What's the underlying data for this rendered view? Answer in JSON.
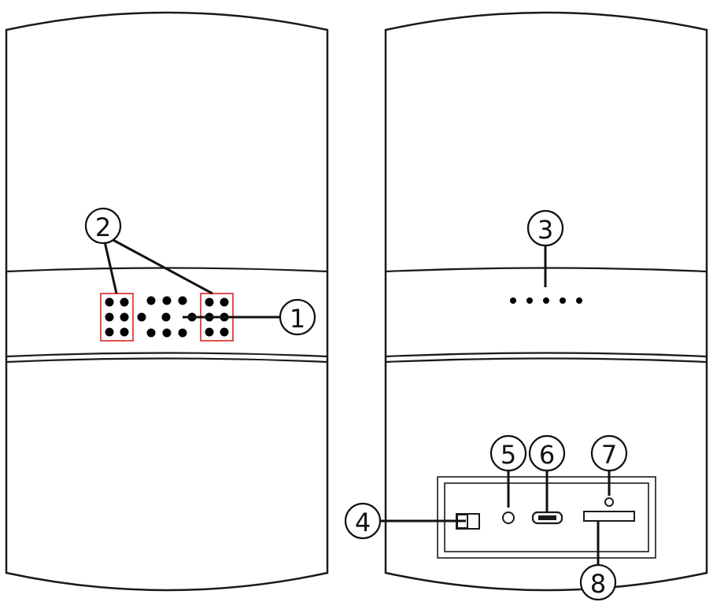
{
  "title": "",
  "colors": {
    "outline": "#1a1a1a",
    "highlight": "#e03a3a",
    "dot": "#000000"
  },
  "callouts": [
    {
      "id": "c1",
      "label": "1"
    },
    {
      "id": "c2",
      "label": "2"
    },
    {
      "id": "c3",
      "label": "3"
    },
    {
      "id": "c4",
      "label": "4"
    },
    {
      "id": "c5",
      "label": "5"
    },
    {
      "id": "c6",
      "label": "6"
    },
    {
      "id": "c7",
      "label": "7"
    },
    {
      "id": "c8",
      "label": "8"
    }
  ]
}
